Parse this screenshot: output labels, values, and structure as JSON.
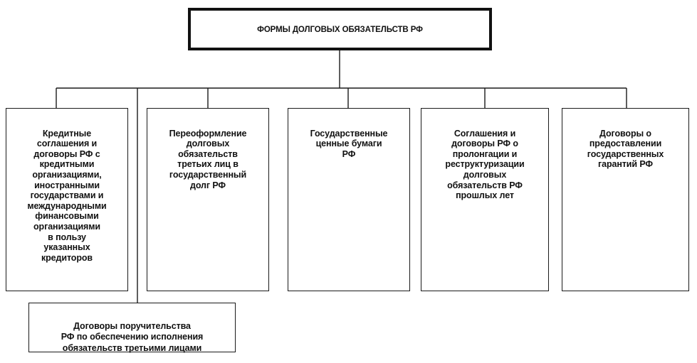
{
  "diagram": {
    "root": {
      "label": "ФОРМЫ ДОЛГОВЫХ ОБЯЗАТЕЛЬСТВ РФ"
    },
    "children": [
      {
        "label": "Кредитные\nсоглашения и\nдоговоры РФ с\nкредитными\nорганизациями,\nиностранными\nгосударствами и\nмеждународными\nфинансовыми\nорганизациями\nв пользу\nуказанных\nкредиторов"
      },
      {
        "label": "Переоформление\nдолговых\nобязательств\nтретьих лиц в\nгосударственный\nдолг РФ"
      },
      {
        "label": "Государственные\nценные бумаги\nРФ"
      },
      {
        "label": "Соглашения и\nдоговоры РФ о\nпролонгации и\nреструктуризации\nдолговых\nобязательств РФ\nпрошлых лет"
      },
      {
        "label": "Договоры о\nпредоставлении\nгосударственных\nгарантий РФ"
      }
    ],
    "bottom": {
      "label": "Договоры поручительства\nРФ по обеспечению исполнения\nобязательств третьими лицами"
    }
  }
}
